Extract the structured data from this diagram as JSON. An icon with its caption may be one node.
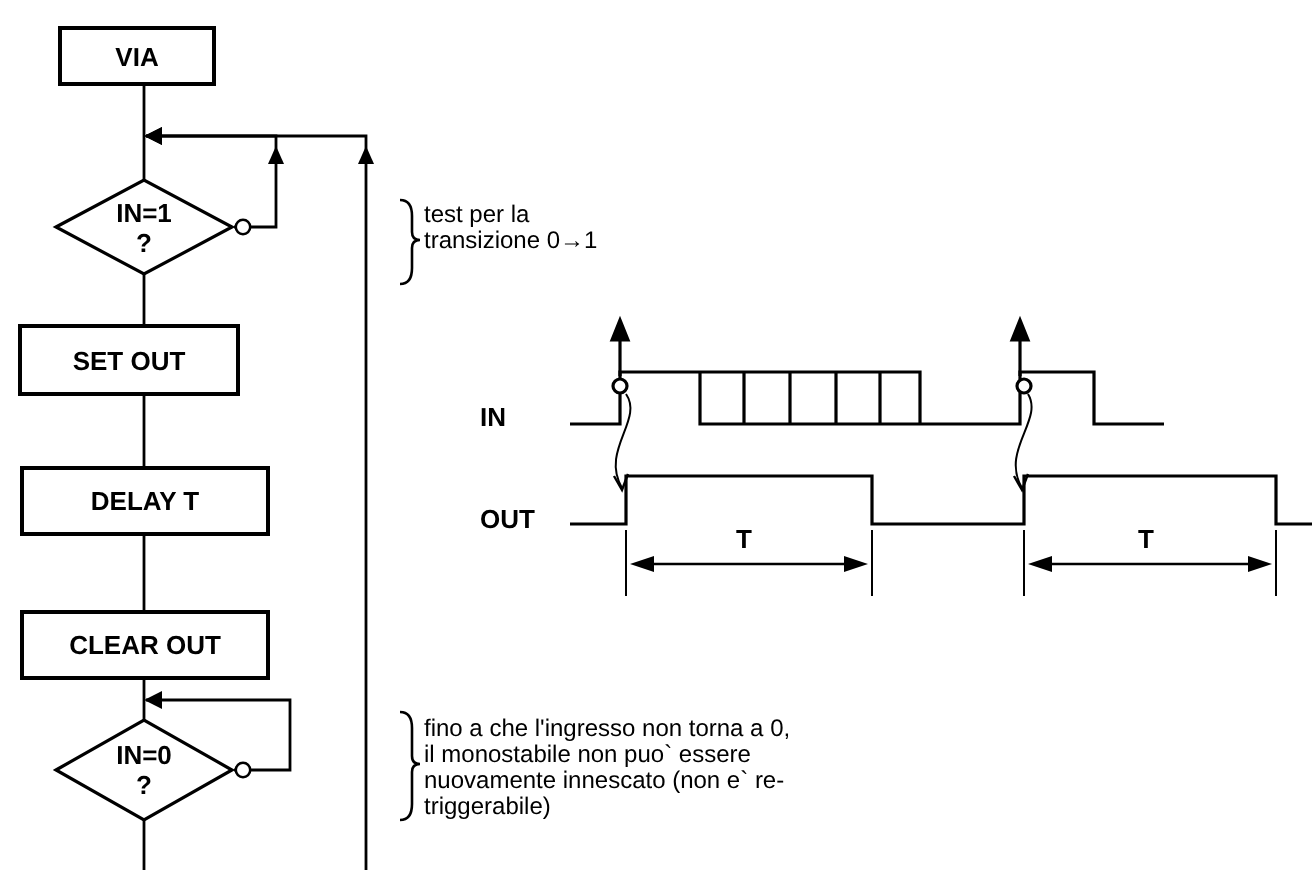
{
  "diagram": {
    "nodes": [
      {
        "text": [
          "VIA"
        ]
      },
      {
        "text": [
          "IN=1 ?"
        ]
      },
      {
        "text": [
          "SET OUT"
        ]
      },
      {
        "text": [
          "DELAY T"
        ]
      },
      {
        "text": [
          "CLEAR OUT"
        ]
      },
      {
        "text": [
          "IN=0 ?"
        ]
      }
    ],
    "edges": [
      {
        "from": 0,
        "to": 1,
        "arrow": "none"
      },
      {
        "from": 1,
        "to": 1,
        "arrow": "to"
      },
      {
        "from": null,
        "to": 1,
        "arrow": "to"
      },
      {
        "from": 1,
        "to": 2,
        "arrow": "none"
      },
      {
        "from": 2,
        "to": 3,
        "arrow": "none"
      },
      {
        "from": 3,
        "to": 4,
        "arrow": "none"
      },
      {
        "from": 4,
        "to": 5,
        "arrow": "none"
      },
      {
        "from": 5,
        "to": 5,
        "arrow": "to"
      },
      {
        "from": 5,
        "to": null,
        "arrow": "none"
      }
    ],
    "labels": [
      "test per la transizione 0→1",
      "IN",
      "OUT",
      "T",
      "T",
      "fino a che l'ingresso non torna a 0, il monostabile non puo` essere nuovamente innescato (non e` re-triggerabile)"
    ]
  }
}
